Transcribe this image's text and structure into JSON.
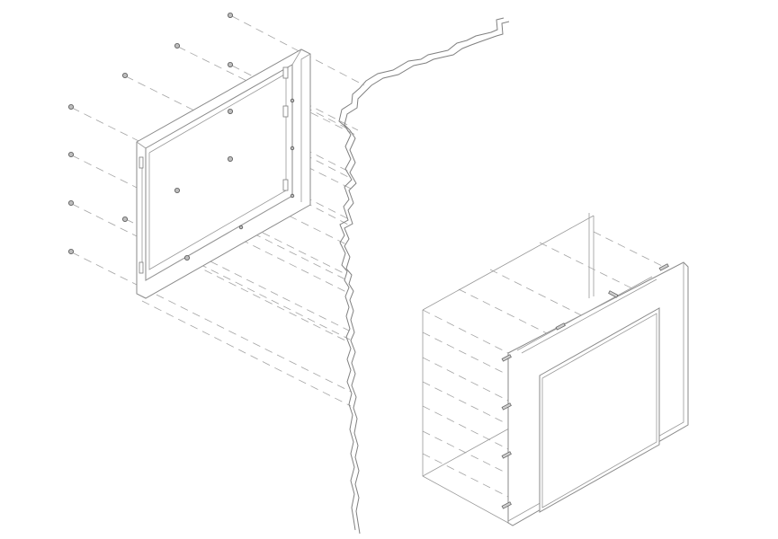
{
  "diagram": {
    "kind": "exploded-isometric-installation-view",
    "colors": {
      "background": "#ffffff",
      "linework": "#8a8a8a",
      "hardware": "#bdbdbd"
    },
    "parts": [
      "mounting-frame",
      "frame-screws",
      "wall-cutout",
      "panel-monitor",
      "mounting-studs"
    ]
  }
}
